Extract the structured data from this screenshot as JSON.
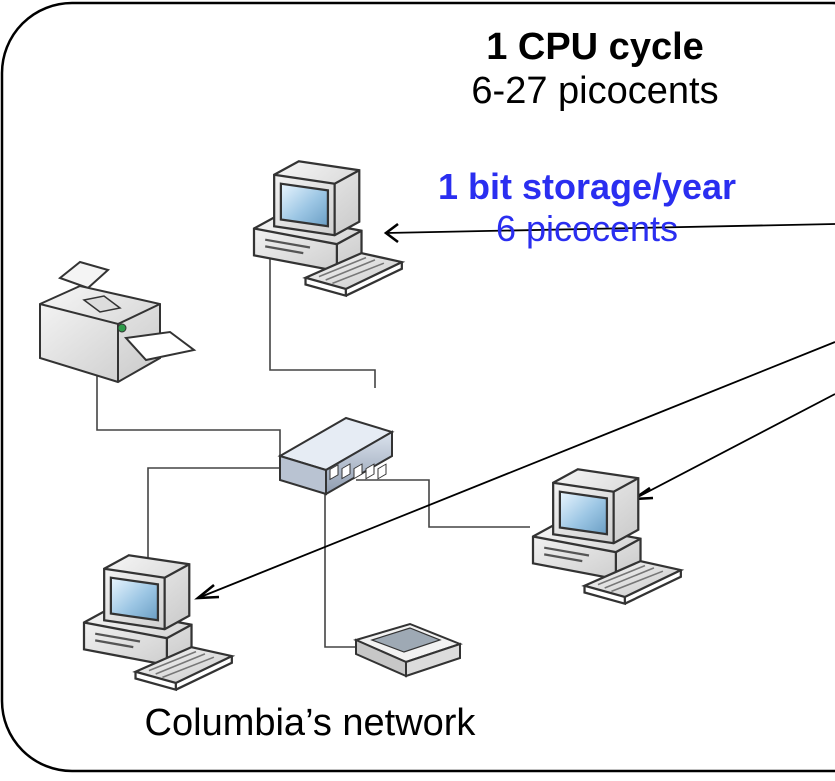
{
  "cpu": {
    "title": "1 CPU cycle",
    "cost": "6-27 picocents"
  },
  "storage": {
    "title": "1 bit storage/year",
    "cost": "6 picocents"
  },
  "network": {
    "caption": "Columbia’s network"
  },
  "colors": {
    "highlight": "#2a2ef0",
    "frame": "#000000"
  },
  "devices": [
    "desktop-computer",
    "printer",
    "network-switch",
    "desktop-computer",
    "desktop-computer",
    "flatbed-scanner"
  ]
}
